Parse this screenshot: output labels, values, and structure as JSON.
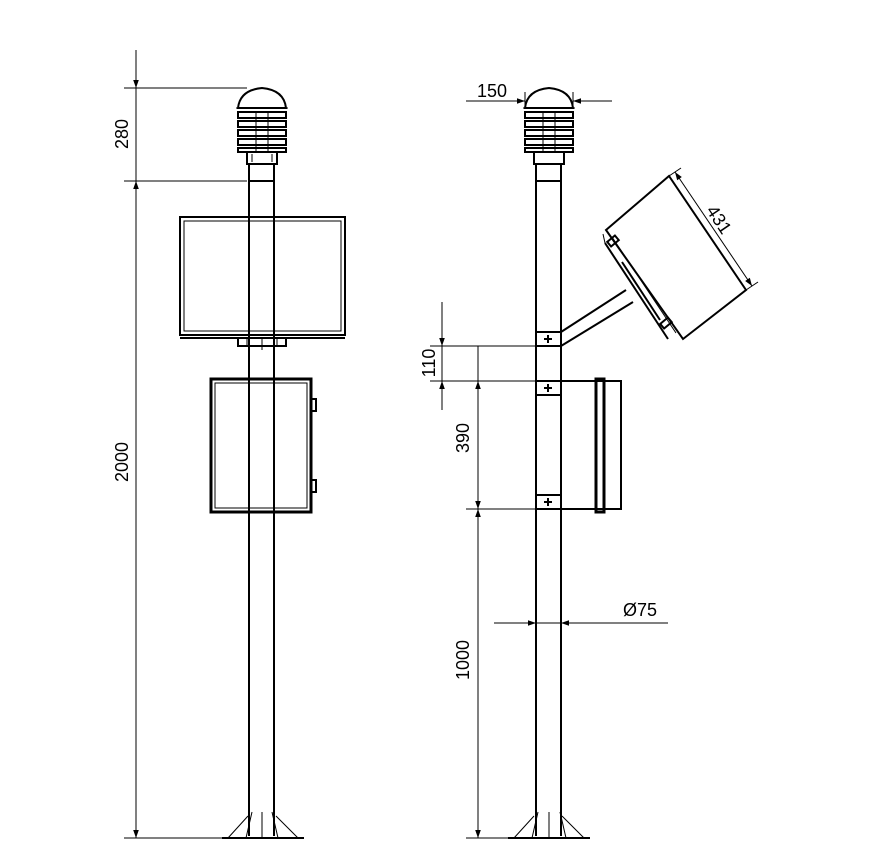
{
  "dimensions": {
    "sensor_height": "280",
    "total_height": "2000",
    "sensor_width": "150",
    "panel_length": "431",
    "bracket_spacing": "110",
    "box_height": "390",
    "base_to_box": "1000",
    "pole_diameter": "Ø75"
  }
}
